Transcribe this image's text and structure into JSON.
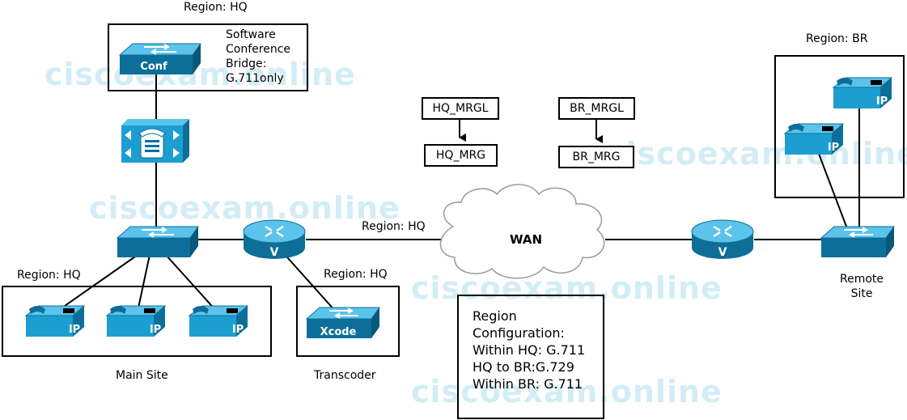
{
  "watermark": "ciscoexam.online",
  "regions": {
    "hq_top": "Region: HQ",
    "hq_phones": "Region: HQ",
    "hq_transcoder": "Region: HQ",
    "hq_wan": "Region: HQ",
    "br": "Region: BR"
  },
  "devices": {
    "conf_label": "Conf",
    "xcode_label": "Xcode",
    "phone_label": "IP",
    "router_label": "V"
  },
  "conference_bridge": {
    "line1": "Software",
    "line2": "Conference",
    "line3": "Bridge:",
    "line4": "G.711only"
  },
  "media_resources": {
    "hq_mrgl": "HQ_MRGL",
    "hq_mrg": "HQ_MRG",
    "br_mrgl": "BR_MRGL",
    "br_mrg": "BR_MRG"
  },
  "wan_label": "WAN",
  "site_labels": {
    "main": "Main Site",
    "transcoder": "Transcoder",
    "remote_line1": "Remote",
    "remote_line2": "Site"
  },
  "region_config": {
    "title1": "Region",
    "title2": "Configuration:",
    "within_hq": "Within HQ: G.711",
    "hq_to_br": "HQ to BR:G.729",
    "within_br": "Within BR: G.711"
  },
  "colors": {
    "device_blue": "#1d9ed1",
    "device_dark": "#0d6f99",
    "device_light": "#5cc3ea"
  }
}
